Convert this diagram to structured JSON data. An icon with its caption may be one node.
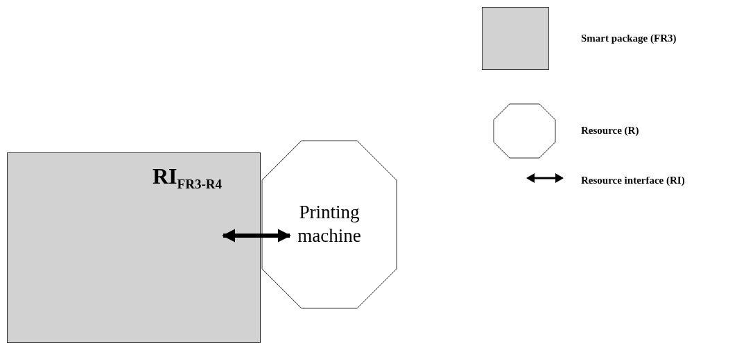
{
  "diagram": {
    "nodes": [
      {
        "text": [],
        "shape": "box"
      },
      {
        "text": [
          "Printing machine"
        ]
      }
    ],
    "edges": [
      {
        "from": 0,
        "to": 1,
        "arrow": "both",
        "label": "RI$_{FR3-R4}$"
      }
    ],
    "legend": [
      {
        "text": "Smart package (FR3)",
        "color": "#d2d2d2"
      },
      {
        "text": "Resource (R)"
      },
      {
        "text": "Resource interface (RI)"
      }
    ]
  }
}
